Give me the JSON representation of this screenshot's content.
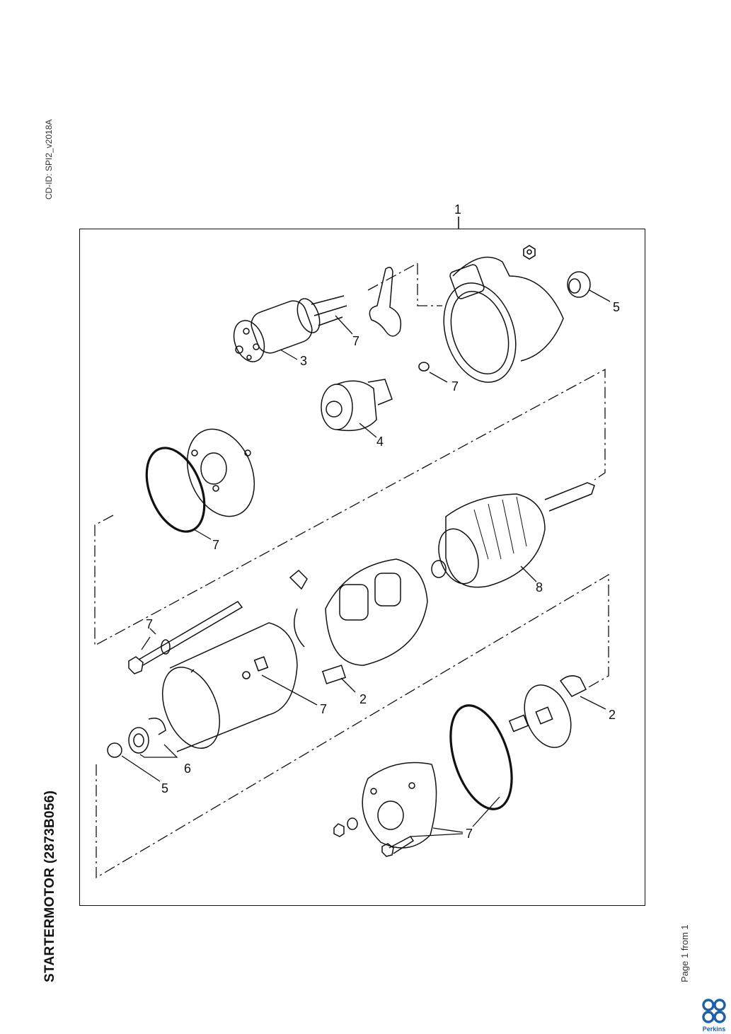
{
  "header": {
    "cd_id": "CD-ID: SPI2_v2018A"
  },
  "document": {
    "title": "STARTERMOTOR (2873B056)",
    "page_info": "Page 1 from 1"
  },
  "brand": {
    "name": "Perkins",
    "color": "#1d5fa8"
  },
  "diagram": {
    "callouts": [
      "1",
      "7",
      "5",
      "3",
      "7",
      "4",
      "7",
      "8",
      "7",
      "2",
      "7",
      "2",
      "6",
      "5",
      "7"
    ]
  }
}
